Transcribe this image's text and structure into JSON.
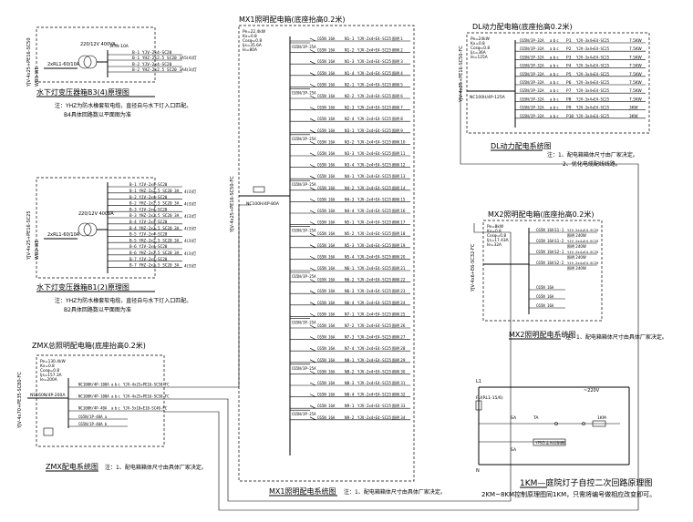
{
  "yhz1": {
    "cable_v": "YJV-4x25+PE16-SC50",
    "cable_v2": "WD1-WE",
    "breaker": "2xRL1-60/10A",
    "transformer": "220/12V 400VA",
    "switch": "3P/N-10A",
    "out1": "B-1 YJV-2x4-SC20",
    "out2": "B-1 YHZ-2x2.5 SC20 3A",
    "out3": "B-2 YJV-2x4-SC20",
    "out4": "B-2 YHZ-2x2.5 SC20 3A",
    "note_out1": "5(4)灯",
    "note_out2": "4(3)灯",
    "title": "水下灯变压器箱B3(4)原理图",
    "note1": "注：YHZ为防水橡套软电缆，直径自与水下灯入口匹配。",
    "note2": "B4具体回路数以平面图为准"
  },
  "yhz2": {
    "cable_v": "YJV-4x25+PE16-SC25",
    "cable_v2": "WD2-WE",
    "breaker": "2xRL1-60/10A",
    "transformer": "220/12V 400VA",
    "rows": [
      "B-1 YJV-2x4-SC20",
      "B-1 YHZ-2x2.5 SC20 3A",
      "B-2 YJV-2x4-SC20",
      "B-2 YHZ-2x2.5 SC20 3A",
      "B-3 YJV-2x4-SC20",
      "B-3 YHZ-2x2.5 SC20 3A",
      "B-4 YJV-2x4-SC20",
      "B-4 YHZ-2x2.5 SC20 3A",
      "B-5 YJV-2x4-SC20",
      "B-5 YHZ-2x2.5 SC20 3A",
      "B-6 YJV-2x4-SC20",
      "B-6 YHZ-2x2.5 SC20 3A",
      "B-7 YJV-2x4-SC20",
      "B-7 YHZ-2x2.5 SC20 3A"
    ],
    "title": "水下灯变压器箱B1(2)原理图",
    "note1": "注：YHZ为防水橡套软电缆，直径自与水下灯入口匹配。",
    "note2": "B2具体回路数以平面图为准"
  },
  "mx1": {
    "title": "MX1照明配电箱(底座抬高0.2米)",
    "params": [
      "Pe=22.4kW",
      "Kx=0.8",
      "Cosφ=0.8",
      "Ijs=35.6A",
      "Ie=80A"
    ],
    "incoming": "YJV-4x25+PE16-SC50-FC",
    "main_breaker": "NC100H/4P-80A",
    "bottom_title": "MX1照明配电系统图",
    "bottom_note": "注：1、配电箱箱体尺寸由具体厂家决定。",
    "circuits": [
      {
        "id": "N1-1",
        "cable": "YJV-2x4+E4-SC25",
        "load": "照明 1"
      },
      {
        "id": "N1-2",
        "cable": "YJV-2x4+E4-SC25",
        "load": "照明 2"
      },
      {
        "id": "N1-3",
        "cable": "YJV-2x4+E4-SC25",
        "load": "照明 3"
      },
      {
        "id": "N1-4",
        "cable": "YJV-2x4+E4-SC25",
        "load": "照明 4"
      },
      {
        "id": "N2-1",
        "cable": "YJV-2x4+E4-SC25",
        "load": "照明 5"
      },
      {
        "id": "N2-2",
        "cable": "YJV-2x4+E4-SC25",
        "load": "照明 6"
      },
      {
        "id": "N2-3",
        "cable": "YJV-2x4+E4-SC25",
        "load": "照明 7"
      },
      {
        "id": "N2-4",
        "cable": "YJV-2x4+E4-SC25",
        "load": "照明 8"
      },
      {
        "id": "N3-1",
        "cable": "YJV-2x4+E4-SC25",
        "load": "照明 9"
      },
      {
        "id": "N3-2",
        "cable": "YJV-2x4+E4-SC25",
        "load": "照明 10"
      },
      {
        "id": "N3-3",
        "cable": "YJV-2x4+E4-SC25",
        "load": "照明 11"
      },
      {
        "id": "N3-4",
        "cable": "YJV-2x4+E4-SC25",
        "load": "照明 12"
      },
      {
        "id": "N4-1",
        "cable": "YJV-2x4+E4-SC25",
        "load": "照明 13"
      },
      {
        "id": "N4-2",
        "cable": "YJV-2x4+E4-SC25",
        "load": "照明 14"
      },
      {
        "id": "N4-3",
        "cable": "YJV-2x4+E4-SC25",
        "load": "照明 15"
      },
      {
        "id": "N4-4",
        "cable": "YJV-2x4+E4-SC25",
        "load": "照明 16"
      },
      {
        "id": "N5-1",
        "cable": "YJV-2x4+E4-SC25",
        "load": "照明 17"
      },
      {
        "id": "N5-2",
        "cable": "YJV-2x4+E4-SC25",
        "load": "照明 18"
      },
      {
        "id": "N5-3",
        "cable": "YJV-2x4+E4-SC25",
        "load": "照明 19"
      },
      {
        "id": "N5-4",
        "cable": "YJV-2x4+E4-SC25",
        "load": "照明 20"
      },
      {
        "id": "N6-1",
        "cable": "YJV-2x4+E4-SC25",
        "load": "照明 21"
      },
      {
        "id": "N6-2",
        "cable": "YJV-2x4+E4-SC25",
        "load": "照明 22"
      },
      {
        "id": "N6-3",
        "cable": "YJV-2x4+E4-SC25",
        "load": "照明 23"
      },
      {
        "id": "N6-4",
        "cable": "YJV-2x4+E4-SC25",
        "load": "照明 24"
      },
      {
        "id": "N7-1",
        "cable": "YJV-2x4+E4-SC25",
        "load": "照明 25"
      },
      {
        "id": "N7-2",
        "cable": "YJV-2x4+E4-SC25",
        "load": "照明 26"
      },
      {
        "id": "N7-3",
        "cable": "YJV-2x4+E4-SC25",
        "load": "照明 27"
      },
      {
        "id": "N7-4",
        "cable": "YJV-2x4+E4-SC25",
        "load": "照明 28"
      },
      {
        "id": "N8-1",
        "cable": "YJV-2x4+E4-SC25",
        "load": "照明 29"
      },
      {
        "id": "N8-2",
        "cable": "YJV-2x4+E4-SC25",
        "load": "照明 30"
      },
      {
        "id": "N8-3",
        "cable": "YJV-2x4+E4-SC25",
        "load": "照明 31"
      },
      {
        "id": "N8-4",
        "cable": "YJV-2x4+E4-SC25",
        "load": "照明 32"
      },
      {
        "id": "N9-1",
        "cable": "YJV-2x4+E4-SC25",
        "load": "照明 33"
      },
      {
        "id": "N9-2",
        "cable": "YJV-2x4+E4-SC25",
        "load": "照明 34"
      }
    ]
  },
  "dl": {
    "title": "DL动力配电箱(底座抬高0.2米)",
    "incoming": "YJV-4x25+PE16-SC50-FC",
    "params": [
      "Pe=24kW",
      "Kx=0.8",
      "Cosφ=0.8",
      "Ijs=36A",
      "Ie=125A"
    ],
    "main_breaker": "NC100H/4P-125A",
    "rows": [
      {
        "id": "P1",
        "cable": "YJV-3x4+E4-SC25",
        "load": "7.5KW"
      },
      {
        "id": "P2",
        "cable": "YJV-3x4+E4-SC25",
        "load": "7.5KW"
      },
      {
        "id": "P3",
        "cable": "YJV-3x4+E4-SC25",
        "load": "7.5KW"
      },
      {
        "id": "P4",
        "cable": "YJV-3x4+E4-SC25",
        "load": "7.5KW"
      },
      {
        "id": "P5",
        "cable": "YJV-3x4+E4-SC25",
        "load": "7.5KW"
      },
      {
        "id": "P6",
        "cable": "YJV-3x4+E4-SC25",
        "load": "7.5KW"
      },
      {
        "id": "P7",
        "cable": "YJV-3x4+E4-SC25",
        "load": "7.5KW"
      },
      {
        "id": "P8",
        "cable": "YJV-3x4+E4-SC25",
        "load": "7.5KW"
      },
      {
        "id": "P9",
        "cable": "YJV-3x4+E4-SC25",
        "load": "3KW"
      },
      {
        "id": "P10",
        "cable": "YJV-3x4+E4-SC25",
        "load": "3KW"
      }
    ],
    "bottom_title": "DL动力配电系统图",
    "note1": "注：1、配电箱箱体尺寸由厂家决定。",
    "note2": "2、优化电缆配线线路。"
  },
  "mx2": {
    "title": "MX2照明配电箱(底座抬高0.2米)",
    "incoming": "YJV-4x6+E6-SC32-FC",
    "params": [
      "Pe=8kW",
      "Kx=0.8",
      "Cosφ=0.8",
      "Ijs=17.43A",
      "Ie=32A"
    ],
    "rows": [
      {
        "id": "S1-1",
        "cable": "YJV-2x4+E4-SC25",
        "load": "照明 240W"
      },
      {
        "id": "S1-2",
        "cable": "YJV-2x4+E4-SC25",
        "load": "照明 240W"
      },
      {
        "id": "S2-1",
        "cable": "YJV-2x4+E4-SC25",
        "load": "照明 240W"
      },
      {
        "id": "S2-2",
        "cable": "YJV-2x4+E4-SC25",
        "load": "照明 240W"
      }
    ],
    "bottom_title": "MX2照明配电系统图",
    "bottom_note": "注：1、配电箱箱体尺寸由具体厂家决定。"
  },
  "zmx": {
    "title": "ZMX总照明配电箱(底座抬高0.2米)",
    "incoming": "YJV-4x70+PE35-SC80-FC",
    "params": [
      "Pe=130.4kW",
      "Kx=0.8",
      "Cosφ=0.8",
      "Ijs=157.3A",
      "Ie=200A"
    ],
    "main_breaker": "NS160N/4P-200A",
    "rows": [
      {
        "breaker": "NC100H/4P-100A",
        "cable": "YJV-4x25+PE16-SC50-FC",
        "phase": "a b c"
      },
      {
        "breaker": "NC100H/4P-100A",
        "cable": "YJV-4x25+PE16-SC50-FC",
        "phase": "a b c"
      },
      {
        "breaker": "NC100H/4P-40A",
        "cable": "YJV-5x10+E10-SC40-FC",
        "phase": "a b c"
      }
    ],
    "spare_rows": [
      "C65N/1P-40A a",
      "C65N/1P-40A b"
    ],
    "bottom_title": "ZMX配电系统图",
    "bottom_note": "注：1、配电箱箱体尺寸由具体厂家决定。"
  },
  "km": {
    "label_l1": "L1",
    "label_fu": "FU(RL1-15/6)",
    "label_voltage": "~220V",
    "label_sa": "SA",
    "label_ta": "TA",
    "label_km": "1KM",
    "label_timer": "YP9Z(定时控制器)",
    "label_sa2": "SA",
    "label_n": "N",
    "title": "1KM—庭院灯子自控二次回路原理图",
    "note": "2KM~8KM控制原理图同1KM，只需将编号做相应改变即可。"
  }
}
